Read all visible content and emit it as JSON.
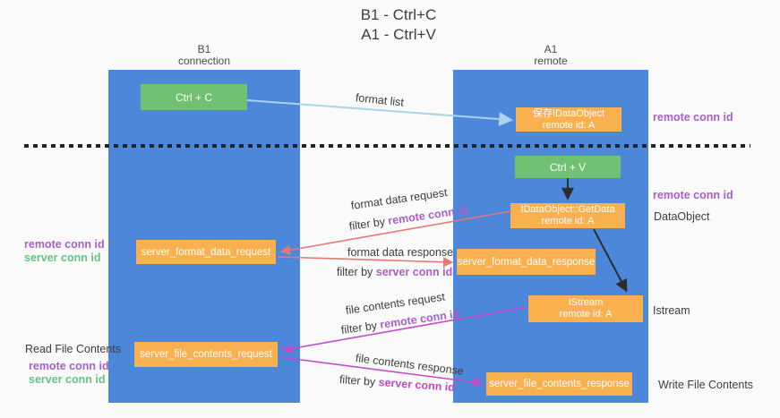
{
  "title": {
    "line1": "B1 - Ctrl+C",
    "line2": "A1 - Ctrl+V"
  },
  "lanes": {
    "b1": {
      "name": "B1",
      "subtitle": "connection"
    },
    "a1": {
      "name": "A1",
      "subtitle": "remote"
    }
  },
  "nodes": {
    "ctrl_c": {
      "label": "Ctrl + C"
    },
    "save_idataobject": {
      "line1": "保存IDataObject",
      "line2": "remote id: A"
    },
    "ctrl_v": {
      "label": "Ctrl + V"
    },
    "getdata": {
      "line1": "IDataObject::GetData",
      "line2": "remote id: A"
    },
    "format_request": {
      "label": "server_format_data_request"
    },
    "format_response": {
      "label": "server_format_data_response"
    },
    "istream": {
      "line1": "IStream",
      "line2": "remote id: A"
    },
    "file_request": {
      "label": "server_file_contents_request"
    },
    "file_response": {
      "label": "server_file_contents_response"
    }
  },
  "annotations": {
    "remote_conn_id_top_right": "remote conn id",
    "remote_conn_id_mid_right": "remote conn id",
    "dataobject": "DataObject",
    "istream": "Istream",
    "write_file_contents": "Write File Contents",
    "read_file_contents": "Read File Contents",
    "remote_conn_id_left_mid": "remote conn id",
    "server_conn_id_left_mid": "server conn id",
    "remote_conn_id_left_bottom": "remote conn id",
    "server_conn_id_left_bottom": "server conn id"
  },
  "arrows": {
    "format_list": {
      "label": "format list"
    },
    "format_data_request": {
      "label": "format data request",
      "filter_prefix": "filter by",
      "filter_key": "remote conn id"
    },
    "format_data_response": {
      "label": "format data response",
      "filter_prefix": "filter by",
      "filter_key": "server conn id"
    },
    "file_contents_request": {
      "label": "file contents request",
      "filter_prefix": "filter by",
      "filter_key": "remote conn id"
    },
    "file_contents_response": {
      "label": "file contents response",
      "filter_prefix": "filter by",
      "filter_key": "server conn id"
    }
  },
  "colors": {
    "background": "#fafafa",
    "lane_blue": "#4d87d9",
    "node_green": "#71c173",
    "node_orange": "#f9b04e",
    "arrow_lightblue": "#a9d2ee",
    "arrow_red": "#e87672",
    "arrow_magenta": "#c44ac8",
    "arrow_black": "#2d2d2d",
    "text_purple": "#a85fc6",
    "text_green": "#64c286"
  }
}
